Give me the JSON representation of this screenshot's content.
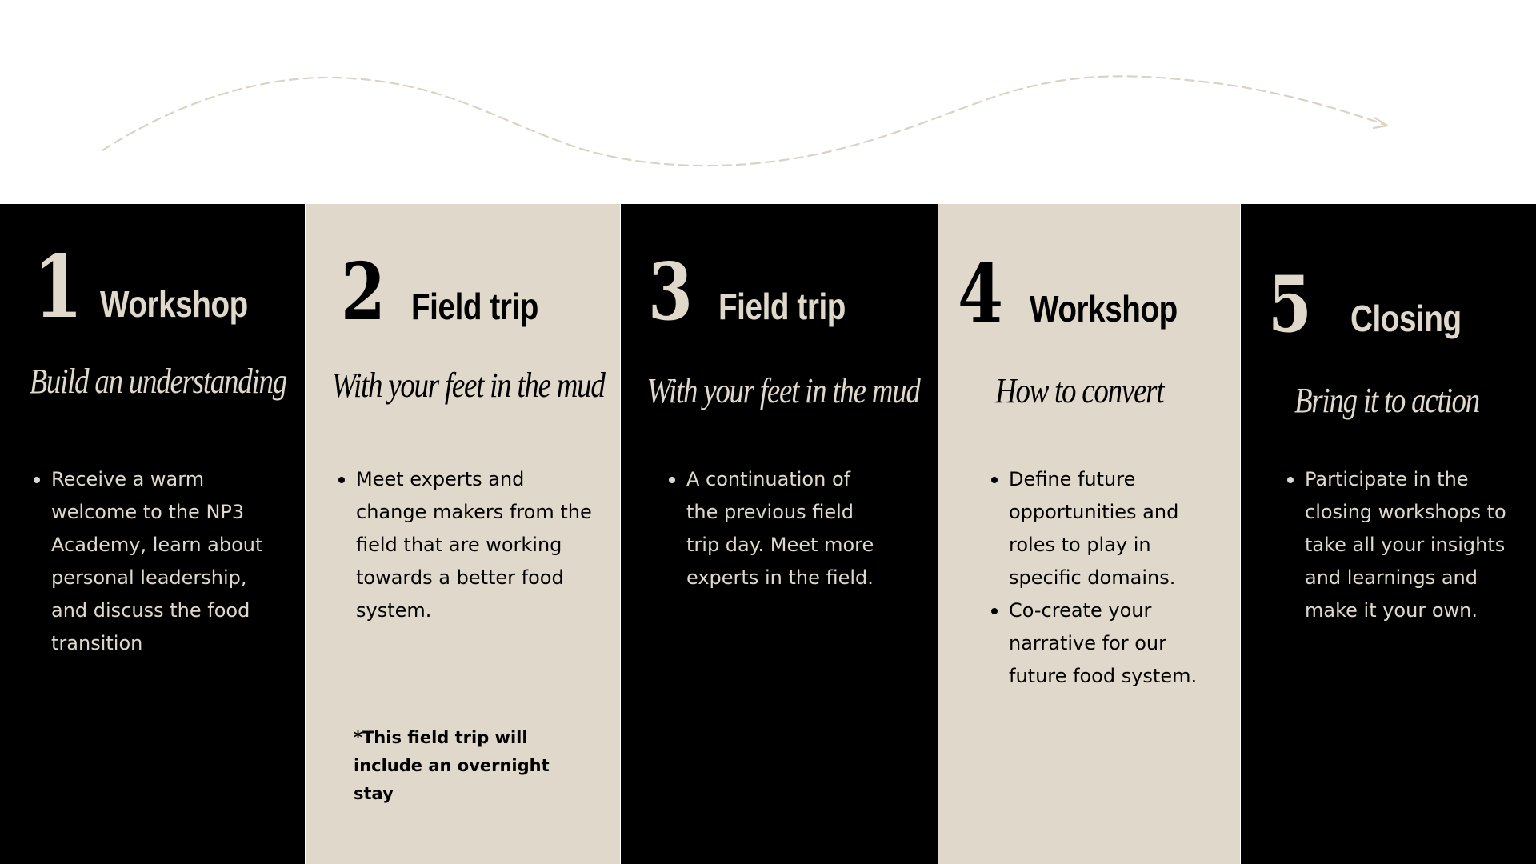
{
  "colors": {
    "dark": "#000000",
    "light": "#e0d8ca",
    "wave": "#dcd2c4"
  },
  "steps": [
    {
      "number": "1",
      "title": "Workshop",
      "subtitle": "Build an  understanding",
      "bullets": [
        "Receive a warm welcome to the NP3 Academy, learn about personal leadership, and discuss the food transition"
      ]
    },
    {
      "number": "2",
      "title": "Field trip",
      "subtitle": "With your feet in the mud",
      "bullets": [
        "Meet experts and change makers from the field that are working towards a better food system."
      ],
      "note": "*This field trip will include an overnight stay"
    },
    {
      "number": "3",
      "title": "Field trip",
      "subtitle": "With your feet in the mud",
      "bullets": [
        "A continuation of the previous field trip day. Meet more experts in the field."
      ]
    },
    {
      "number": "4",
      "title": "Workshop",
      "subtitle": "How to convert",
      "bullets": [
        "Define future opportunities and roles to play in specific domains.",
        "Co-create your narrative for our future food system."
      ]
    },
    {
      "number": "5",
      "title": "Closing",
      "subtitle": "Bring it to action",
      "bullets": [
        "Participate in the closing workshops to take all your insights and learnings and make it your own."
      ]
    }
  ]
}
